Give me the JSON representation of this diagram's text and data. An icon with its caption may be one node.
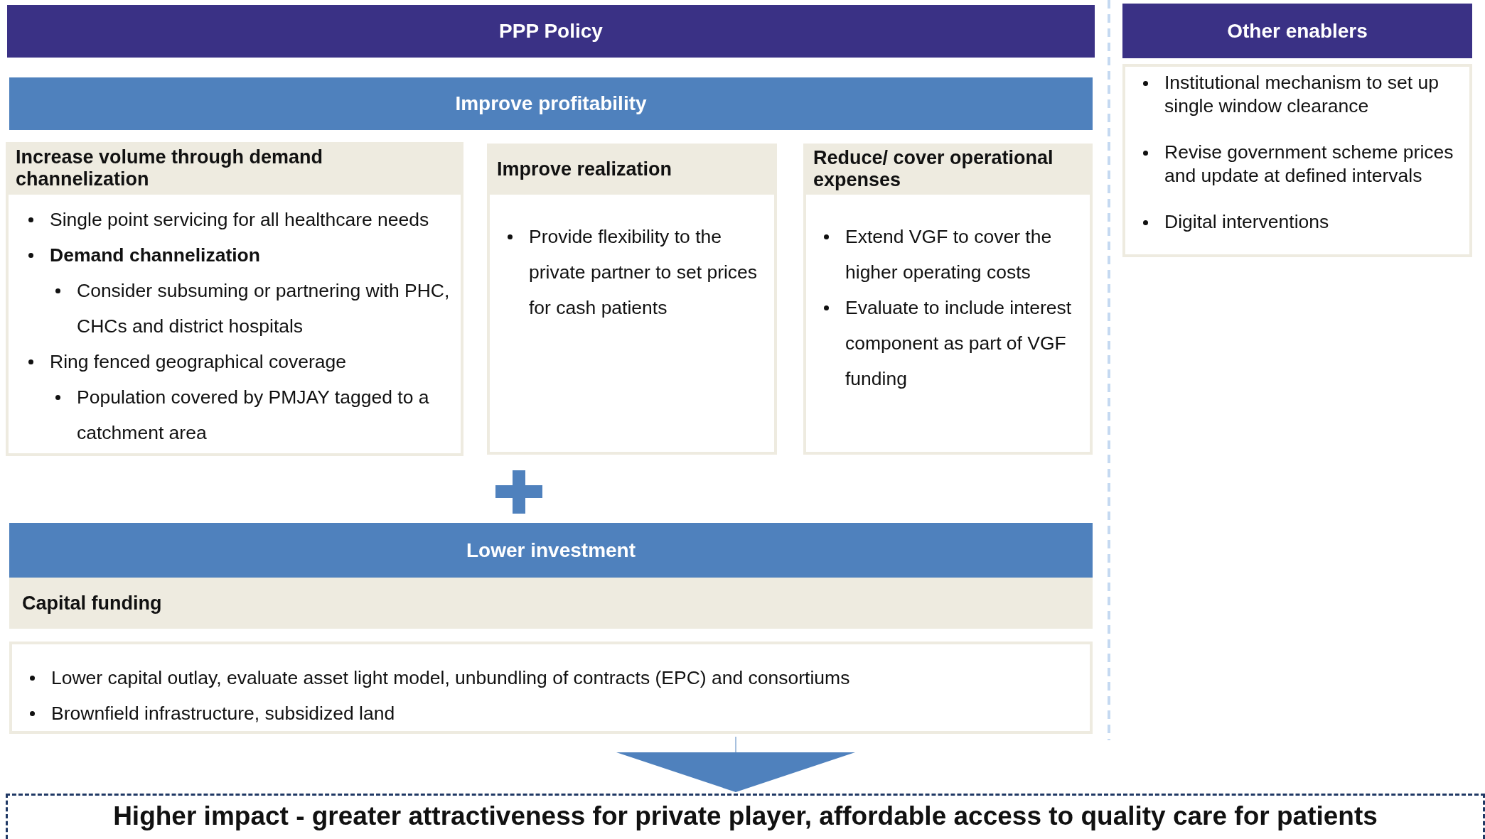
{
  "diagram": {
    "nodes": [
      {
        "text": [
          "PPP Policy"
        ]
      },
      {
        "text": [
          "Improve profitability"
        ]
      },
      {
        "text": [
          "Increase volume through demand channelization",
          "Single point servicing for all healthcare needs",
          "Demand channelization",
          "Consider subsuming or partnering with PHC, CHCs and district hospitals",
          "Ring fenced geographical coverage",
          "Population covered by PMJAY tagged to a catchment area"
        ]
      },
      {
        "text": [
          "Improve realization",
          "Provide flexibility to the private partner to set prices for cash patients"
        ]
      },
      {
        "text": [
          "Reduce/ cover operational expenses",
          "Extend VGF to cover the higher operating costs",
          "Evaluate to include interest component as part of VGF funding"
        ]
      },
      {
        "text": [
          "Lower investment"
        ]
      },
      {
        "text": [
          "Capital funding"
        ]
      },
      {
        "text": [
          "Lower capital outlay, evaluate asset light model, unbundling of contracts (EPC) and consortiums",
          "Brownfield infrastructure, subsidized land"
        ]
      },
      {
        "text": [
          "Other enablers"
        ]
      },
      {
        "text": [
          "Institutional mechanism to set up single window clearance",
          "Revise government scheme prices and update at defined intervals",
          "Digital interventions"
        ]
      },
      {
        "text": [
          "Higher impact - greater attractiveness for private player, affordable access to quality care for patients"
        ]
      }
    ],
    "edges": [
      {
        "from": 7,
        "to": 10,
        "arrow": "to"
      }
    ]
  }
}
